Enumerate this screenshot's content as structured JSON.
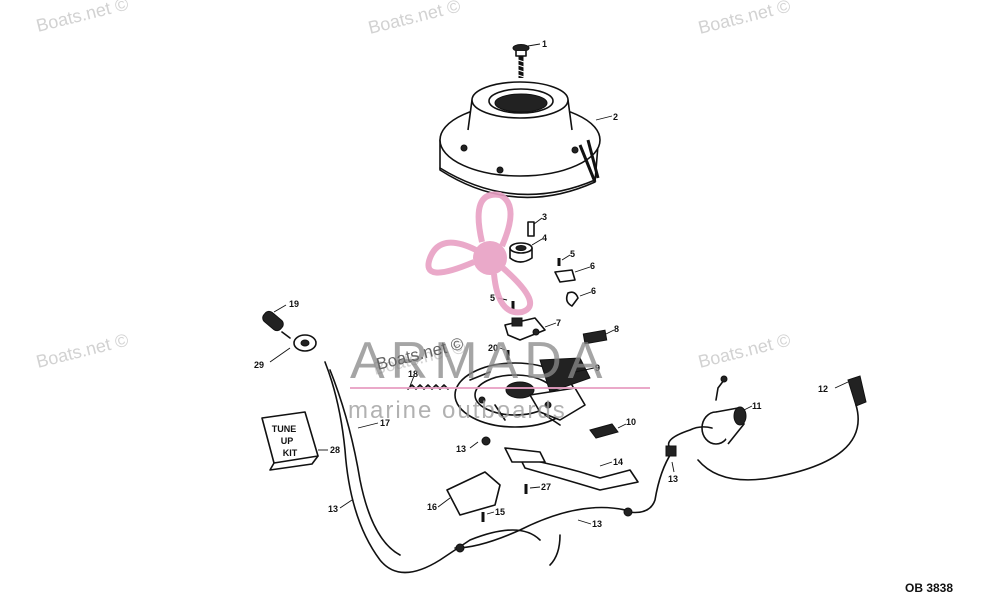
{
  "watermarks": [
    "Boats.net ©",
    "Boats.net ©",
    "Boats.net ©",
    "Boats.net ©",
    "Boats.net ©",
    "Boats.net ©"
  ],
  "brand": {
    "name": "ARMADA",
    "tagline": "marine outboards",
    "watermark": "Boats.net ©",
    "colors": {
      "pink": "#e8a0c4",
      "gray": "#9a9a9a"
    }
  },
  "figure_code": "OB 3838",
  "callouts": [
    "1",
    "2",
    "3",
    "4",
    "5",
    "6",
    "5",
    "6",
    "7",
    "8",
    "20",
    "9",
    "18",
    "10",
    "11",
    "12",
    "13",
    "14",
    "13",
    "27",
    "16",
    "15",
    "13",
    "17",
    "13",
    "19",
    "29",
    "28"
  ],
  "tune_up_kit": {
    "lines": [
      "TUNE",
      "UP",
      "KIT"
    ]
  }
}
